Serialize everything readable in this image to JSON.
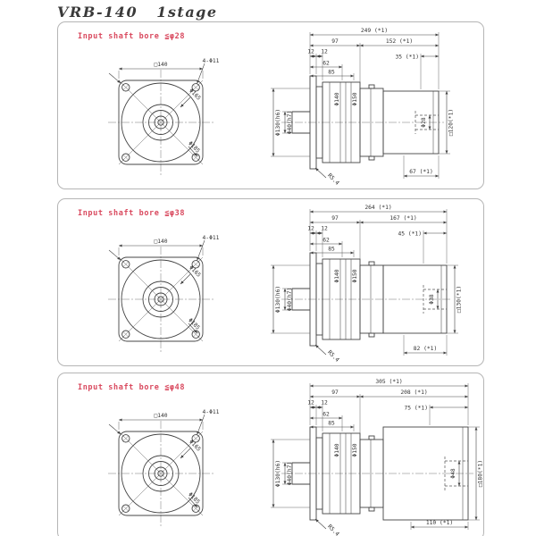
{
  "title": "VRB-140   1stage",
  "colors": {
    "note_red": "#d94a5f",
    "line": "#444444",
    "panel_border": "#b5b5b5"
  },
  "panels": [
    {
      "note": "Input shaft bore ≦φ28",
      "front": {
        "square": "□140",
        "holes": "4-Φ11",
        "bolt_circle": "Φ165",
        "corner_circle": "Φ185"
      },
      "side": {
        "total": "249 (*1)",
        "front_len": "97",
        "rear_len": "152 (*1)",
        "seg1": "12",
        "seg2": "12",
        "step1": "62",
        "step2": "85",
        "dia1": "Φ140",
        "dia2": "Φ150",
        "motor_offset": "35 (*1)",
        "motor_square": "□120(*1)",
        "input_bore": "Φ28",
        "adapter_len": "67 (*1)",
        "pilot": "Φ130(h6)",
        "shaft": "Φ40(h7)",
        "corner_r": "R5.4"
      }
    },
    {
      "note": "Input shaft bore ≦φ38",
      "front": {
        "square": "□140",
        "holes": "4-Φ11",
        "bolt_circle": "Φ165",
        "corner_circle": "Φ185"
      },
      "side": {
        "total": "264 (*1)",
        "front_len": "97",
        "rear_len": "167 (*1)",
        "seg1": "12",
        "seg2": "12",
        "step1": "62",
        "step2": "85",
        "dia1": "Φ140",
        "dia2": "Φ150",
        "motor_offset": "45 (*1)",
        "motor_square": "□130(*1)",
        "input_bore": "Φ38",
        "adapter_len": "82 (*1)",
        "pilot": "Φ130(h6)",
        "shaft": "Φ40(h7)",
        "corner_r": "R5.4"
      }
    },
    {
      "note": "Input shaft bore ≦φ48",
      "front": {
        "square": "□140",
        "holes": "4-Φ11",
        "bolt_circle": "Φ165",
        "corner_circle": "Φ185"
      },
      "side": {
        "total": "305 (*1)",
        "front_len": "97",
        "rear_len": "208 (*1)",
        "seg1": "12",
        "seg2": "12",
        "step1": "62",
        "step2": "85",
        "dia1": "Φ140",
        "dia2": "Φ150",
        "motor_offset": "75 (*1)",
        "motor_square": "□180(*1)",
        "input_bore": "Φ48",
        "adapter_len": "110 (*1)",
        "pilot": "Φ130(h6)",
        "shaft": "Φ40(h7)",
        "corner_r": "R5.4"
      }
    }
  ]
}
